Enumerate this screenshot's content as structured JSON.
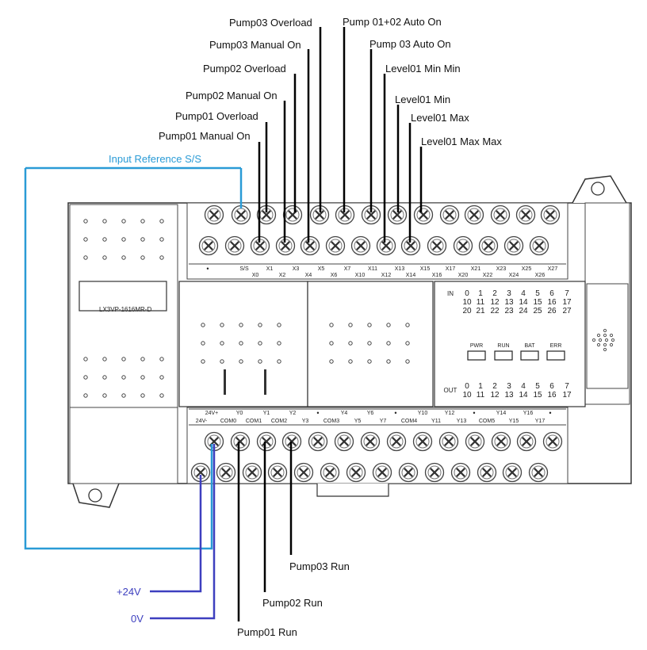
{
  "device": {
    "model": "LX3VP-1616MR-D",
    "input_top_labels": [
      "S/S",
      "X1",
      "X3",
      "X5",
      "X7",
      "X11",
      "X13",
      "X15",
      "X17",
      "X21",
      "X23",
      "X25",
      "X27"
    ],
    "input_bottom_labels": [
      "X0",
      "X2",
      "X4",
      "X6",
      "X10",
      "X12",
      "X14",
      "X16",
      "X20",
      "X22",
      "X24",
      "X26"
    ],
    "output_top_labels": [
      "24V+",
      "Y0",
      "Y1",
      "Y2",
      "Y4",
      "Y6",
      "Y10",
      "Y12",
      "Y14",
      "Y16"
    ],
    "output_bottom_labels": [
      "24V-",
      "COM0",
      "COM1",
      "COM2",
      "Y3",
      "COM3",
      "Y5",
      "Y7",
      "COM4",
      "Y11",
      "Y13",
      "COM5",
      "Y15",
      "Y17"
    ],
    "status_in_label": "IN",
    "status_out_label": "OUT",
    "in_row1": [
      "0",
      "1",
      "2",
      "3",
      "4",
      "5",
      "6",
      "7"
    ],
    "in_row2": [
      "10",
      "11",
      "12",
      "13",
      "14",
      "15",
      "16",
      "17"
    ],
    "in_row3": [
      "20",
      "21",
      "22",
      "23",
      "24",
      "25",
      "26",
      "27"
    ],
    "out_row1": [
      "0",
      "1",
      "2",
      "3",
      "4",
      "5",
      "6",
      "7"
    ],
    "out_row2": [
      "10",
      "11",
      "12",
      "13",
      "14",
      "15",
      "16",
      "17"
    ],
    "leds": [
      "PWR",
      "RUN",
      "BAT",
      "ERR"
    ]
  },
  "inputs": [
    {
      "label": "Pump03 Overload"
    },
    {
      "label": "Pump 01+02 Auto On"
    },
    {
      "label": "Pump03 Manual On"
    },
    {
      "label": "Pump 03 Auto On"
    },
    {
      "label": "Pump02 Overload"
    },
    {
      "label": "Level01 Min Min"
    },
    {
      "label": "Pump02 Manual On"
    },
    {
      "label": "Level01 Min"
    },
    {
      "label": "Pump01 Overload"
    },
    {
      "label": "Level01 Max"
    },
    {
      "label": "Pump01 Manual On"
    },
    {
      "label": "Level01 Max Max"
    }
  ],
  "reference": {
    "label": "Input Reference S/S",
    "color": "#2a9bd6"
  },
  "power": {
    "plus_label": "+24V",
    "zero_label": "0V",
    "color": "#3d3fbf"
  },
  "outputs": [
    {
      "label": "Pump03 Run"
    },
    {
      "label": "Pump02 Run"
    },
    {
      "label": "Pump01 Run"
    }
  ]
}
